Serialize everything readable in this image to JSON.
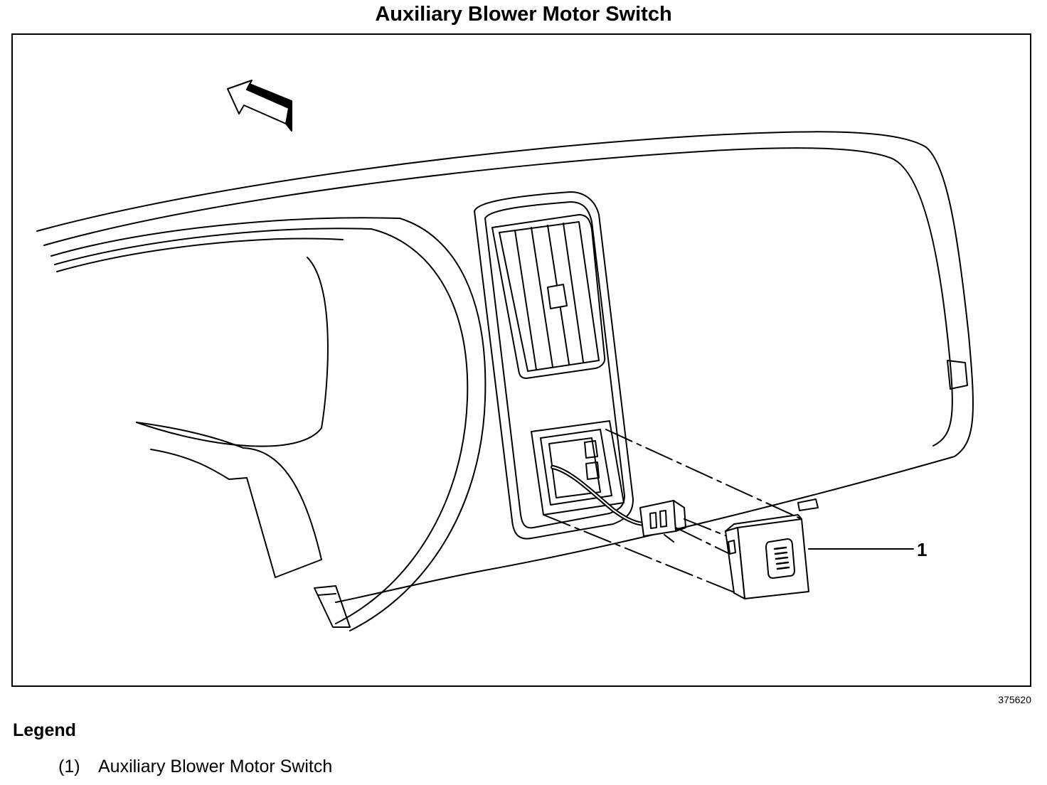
{
  "title": "Auxiliary Blower Motor Switch",
  "callouts": [
    {
      "label": "1"
    }
  ],
  "figure_id": "375620",
  "legend": {
    "heading": "Legend",
    "items": [
      {
        "num": "(1)",
        "text": "Auxiliary Blower Motor Switch"
      }
    ]
  }
}
